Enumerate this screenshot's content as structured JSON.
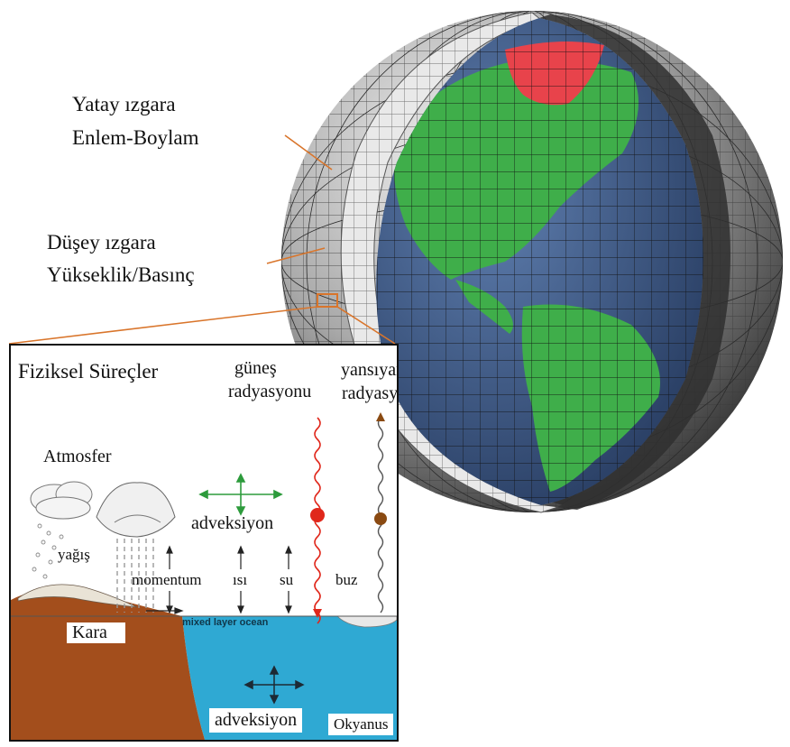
{
  "globe_labels": {
    "horizontal_grid_line1": "Yatay ızgara",
    "horizontal_grid_line2": "Enlem-Boylam",
    "vertical_grid_line1": "Düşey ızgara",
    "vertical_grid_line2": "Yükseklik/Basınç"
  },
  "panel": {
    "title": "Fiziksel Süreçler",
    "solar_line1": "güneş",
    "solar_line2": "radyasyonu",
    "reflected_line1": "yansıyan",
    "reflected_line2": "radyasyon",
    "atmosphere": "Atmosfer",
    "advection_top": "adveksiyon",
    "precipitation": "yağış",
    "momentum": "momentum",
    "heat": "ısı",
    "water": "su",
    "ice": "buz",
    "mixed_layer": "mixed layer ocean",
    "land": "Kara",
    "advection_bottom": "adveksiyon",
    "ocean": "Okyanus"
  },
  "colors": {
    "ocean_globe": "#3e5a86",
    "land_globe": "#3fae4a",
    "ice_globe": "#e8434b",
    "grid_shell": "#8c8c8c",
    "land_panel": "#a34e1c",
    "ocean_panel": "#2fa9d3",
    "sun_arrow": "#e0271b",
    "reflect_arrow": "#8a4a12",
    "advection_arrow": "#2d9b3c",
    "leader_line": "#d9752b"
  }
}
